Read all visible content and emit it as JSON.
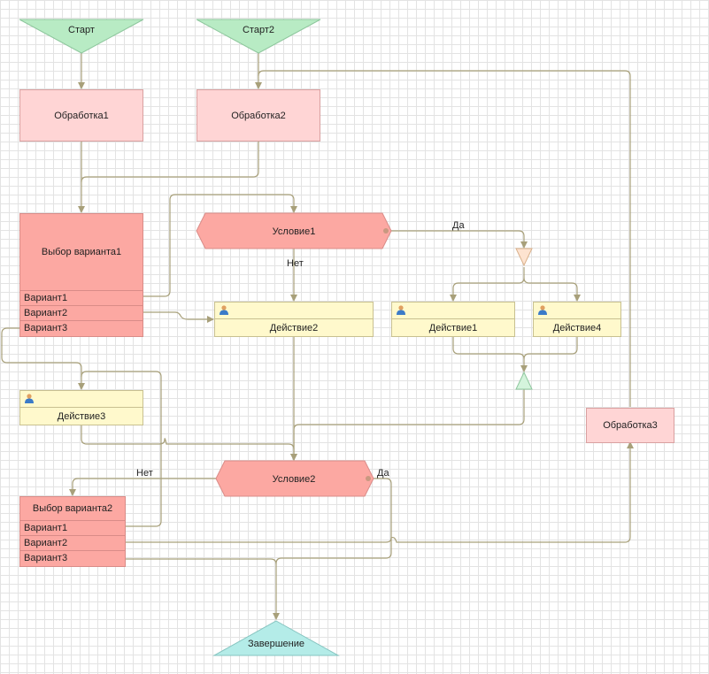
{
  "diagram": {
    "starts": [
      "Старт",
      "Старт2"
    ],
    "processes": [
      "Обработка1",
      "Обработка2",
      "Обработка3"
    ],
    "choice1": {
      "title": "Выбор варианта1",
      "options": [
        "Вариант1",
        "Вариант2",
        "Вариант3"
      ]
    },
    "choice2": {
      "title": "Выбор варианта2",
      "options": [
        "Вариант1",
        "Вариант2",
        "Вариант3"
      ]
    },
    "conditions": [
      "Условие1",
      "Условие2"
    ],
    "actions": [
      "Действие1",
      "Действие2",
      "Действие3",
      "Действие4"
    ],
    "edge_labels": {
      "yes": "Да",
      "no": "Нет"
    },
    "end": "Завершение"
  },
  "colors": {
    "start": "#b8ebc4",
    "process": "#ffd5d5",
    "choice": "#fca8a2",
    "condition": "#fca8a2",
    "action": "#fff9cc",
    "end": "#b4ece8",
    "connector": "#a8a07a",
    "split": "#fde3d0",
    "merge": "#d4f4dc"
  }
}
